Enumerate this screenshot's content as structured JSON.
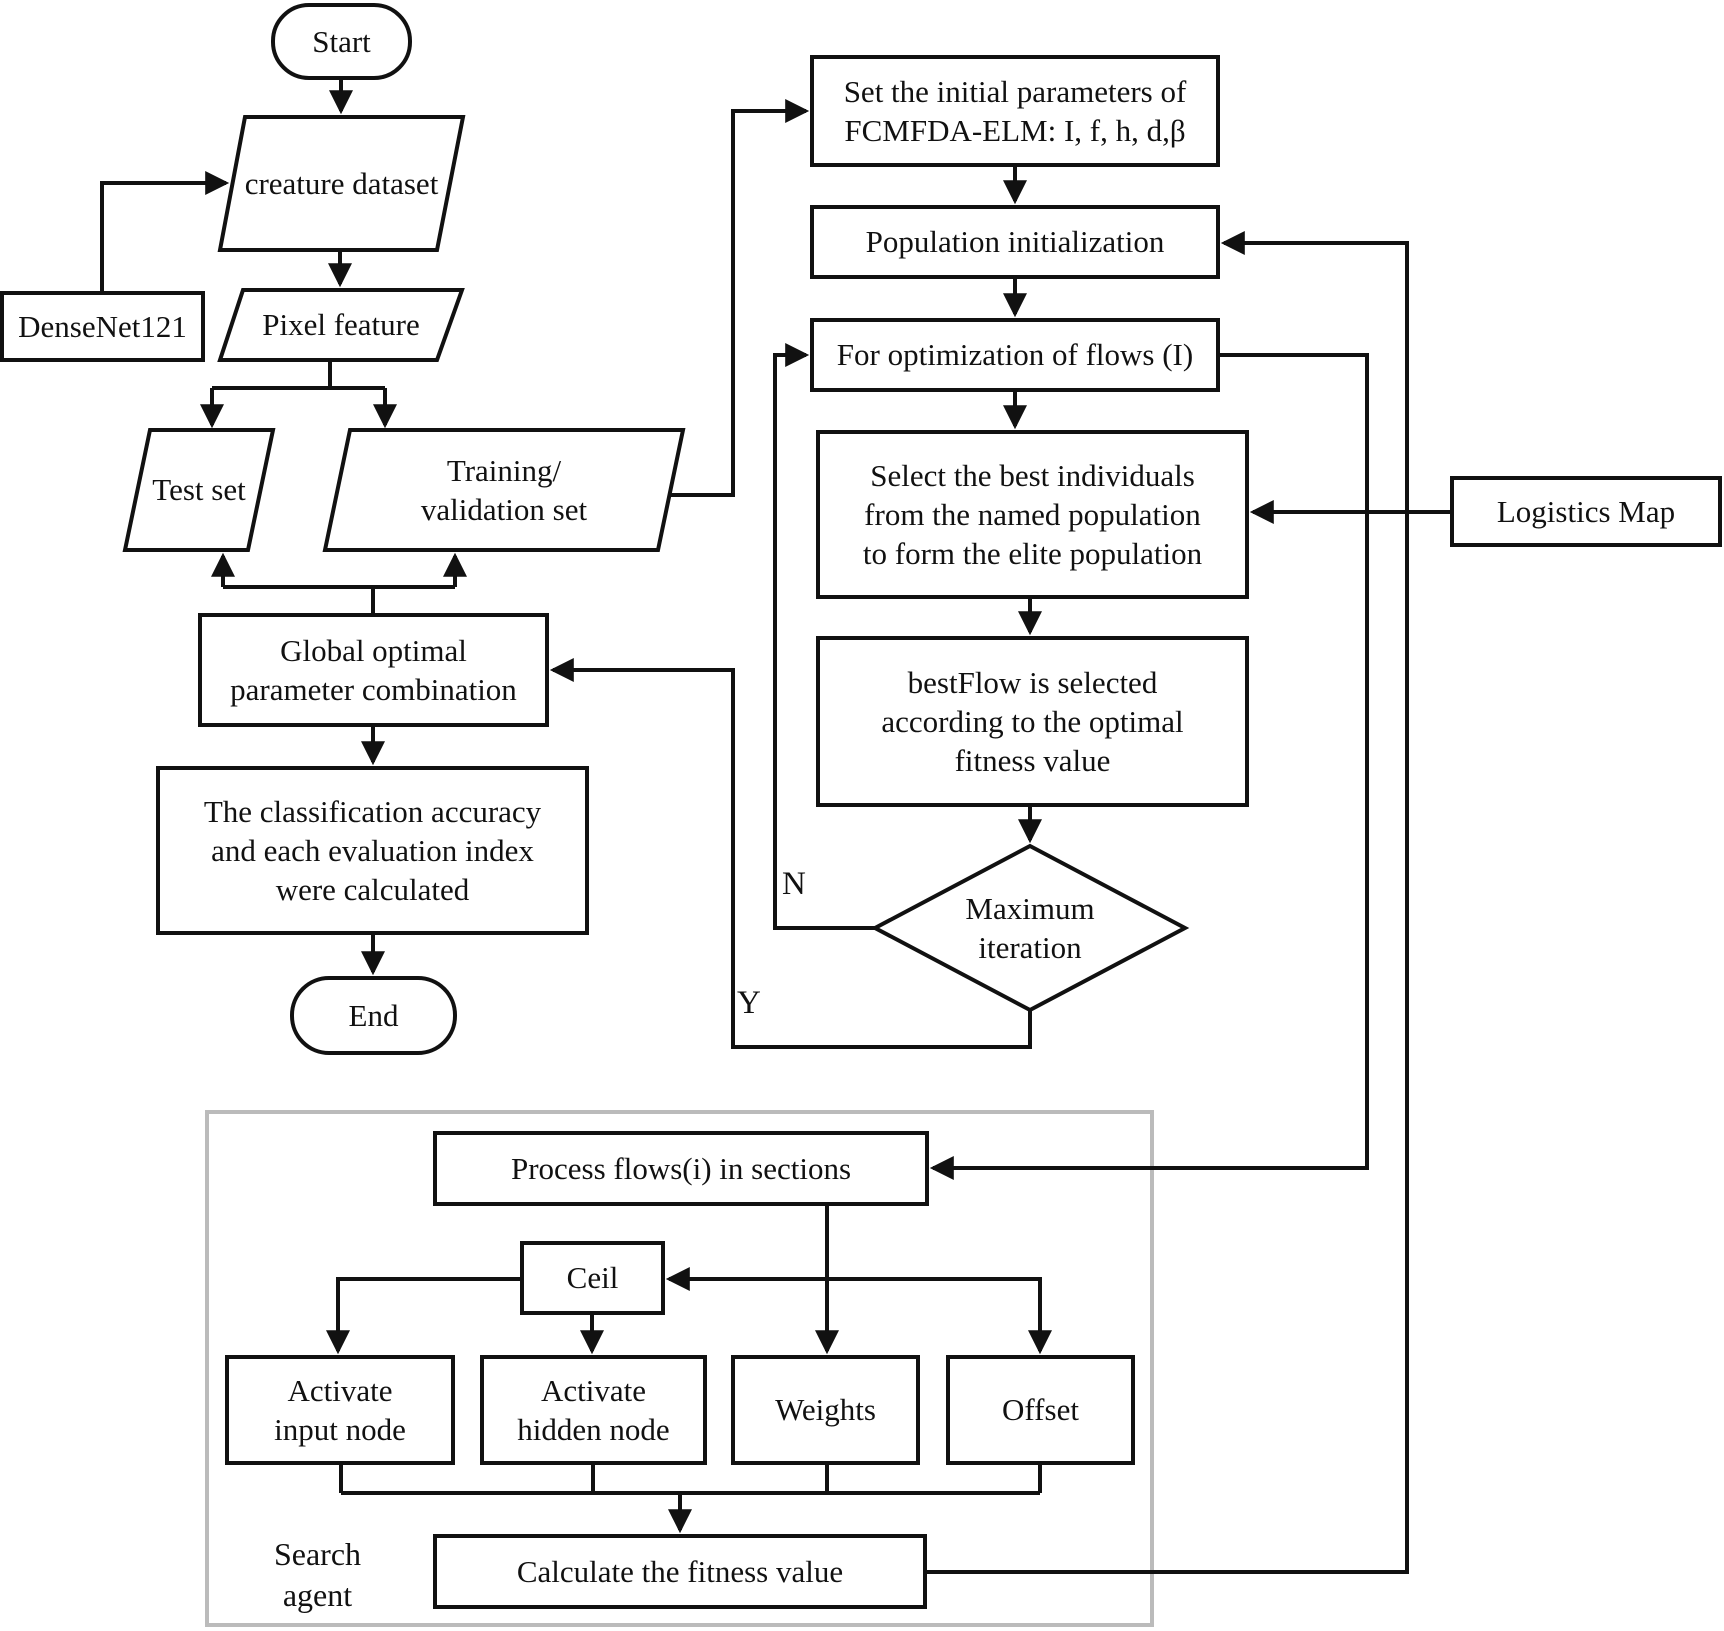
{
  "diagram": {
    "title_hint": "FCMFDA-ELM optimization flowchart",
    "nodes": {
      "start": {
        "label": "Start",
        "shape": "terminator"
      },
      "creature_dataset": {
        "label": "creature dataset",
        "shape": "parallelogram"
      },
      "densenet": {
        "label": "DenseNet121",
        "shape": "rect"
      },
      "pixel_feature": {
        "label": "Pixel feature",
        "shape": "parallelogram"
      },
      "test_set": {
        "label": "Test set",
        "shape": "parallelogram"
      },
      "training_validation_set": {
        "label": "Training/\nvalidation set",
        "shape": "parallelogram"
      },
      "set_initial_params": {
        "label": "Set the initial parameters of\nFCMFDA-ELM: I, f, h, d,β",
        "shape": "rect"
      },
      "population_initialization": {
        "label": "Population initialization",
        "shape": "rect"
      },
      "for_optimization": {
        "label": "For optimization of flows (I)",
        "shape": "rect"
      },
      "select_best": {
        "label": "Select the best individuals\nfrom the named population\nto form the elite population",
        "shape": "rect"
      },
      "bestflow": {
        "label": "bestFlow is selected\naccording to the optimal\nfitness value",
        "shape": "rect"
      },
      "maximum_iteration": {
        "label": "Maximum\niteration",
        "shape": "diamond"
      },
      "logistics_map": {
        "label": "Logistics Map",
        "shape": "rect"
      },
      "global_optimal": {
        "label": "Global optimal\nparameter combination",
        "shape": "rect"
      },
      "classification": {
        "label": "The classification accuracy\nand each evaluation index\nwere calculated",
        "shape": "rect"
      },
      "end": {
        "label": "End",
        "shape": "terminator"
      },
      "process_flows": {
        "label": "Process flows(i) in sections",
        "shape": "rect"
      },
      "ceil": {
        "label": "Ceil",
        "shape": "rect"
      },
      "activate_input_node": {
        "label": "Activate\ninput node",
        "shape": "rect"
      },
      "activate_hidden_node": {
        "label": "Activate\nhidden node",
        "shape": "rect"
      },
      "weights": {
        "label": "Weights",
        "shape": "rect"
      },
      "offset": {
        "label": "Offset",
        "shape": "rect"
      },
      "calculate_fitness": {
        "label": "Calculate the fitness value",
        "shape": "rect"
      }
    },
    "branch_labels": {
      "no": "N",
      "yes": "Y"
    },
    "section": {
      "label": "Search\nagent"
    },
    "colors": {
      "line": "#111111",
      "text": "#111111",
      "shape_fill": "#ffffff",
      "section_border": "#bbbbbb",
      "background": "#ffffff"
    }
  }
}
